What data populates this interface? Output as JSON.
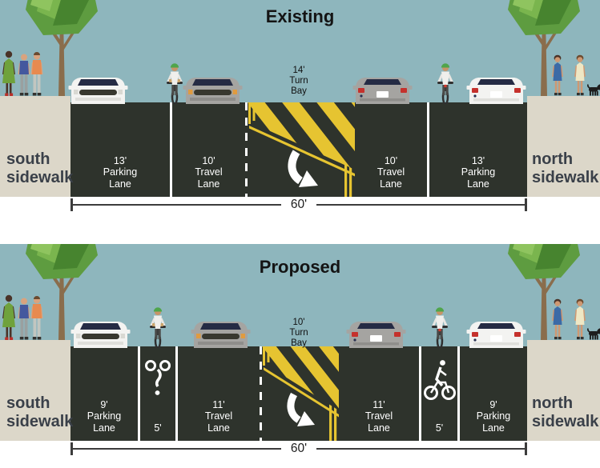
{
  "meta": {
    "diagram_type": "street cross-section comparison"
  },
  "colors": {
    "sky": "#8eb6bd",
    "road": "#2e332c",
    "sidewalk": "#dcd7c9",
    "lane_marking_yellow": "#e6c431",
    "lane_marking_white": "#ffffff",
    "sidewalk_label_text": "#3a4049",
    "title_text": "#141414"
  },
  "icons": {
    "tree": "tree-icon",
    "pedestrians": [
      "woman-green-dress",
      "man-blue-shirt",
      "man-orange-shirt",
      "woman-blue-dress",
      "woman-cream-dress",
      "dog"
    ],
    "vehicles": [
      "car-front-white",
      "cyclist-front",
      "car-front-gray",
      "car-rear-gray",
      "cyclist-rear",
      "car-rear-white"
    ],
    "pavement": [
      "turn-bay-hatch-marking",
      "turn-arrow",
      "bike-lane-symbol"
    ]
  },
  "panels": [
    {
      "id": "existing",
      "title": "Existing",
      "left_sidewalk_label": "south\nsidewalk",
      "right_sidewalk_label": "north\nsidewalk",
      "turn_bay_label": "14'\nTurn\nBay",
      "total_width_label": "60'",
      "lanes": [
        {
          "width": "13'",
          "name": "Parking Lane",
          "label": "13'\nParking\nLane"
        },
        {
          "width": "10'",
          "name": "Travel Lane",
          "label": "10'\nTravel\nLane"
        },
        {
          "width": "14'",
          "name": "Turn Bay",
          "label": "14'\nTurn\nBay"
        },
        {
          "width": "10'",
          "name": "Travel Lane",
          "label": "10'\nTravel\nLane"
        },
        {
          "width": "13'",
          "name": "Parking Lane",
          "label": "13'\nParking\nLane"
        }
      ]
    },
    {
      "id": "proposed",
      "title": "Proposed",
      "left_sidewalk_label": "south\nsidewalk",
      "right_sidewalk_label": "north\nsidewalk",
      "turn_bay_label": "10'\nTurn\nBay",
      "total_width_label": "60'",
      "lanes": [
        {
          "width": "9'",
          "name": "Parking Lane",
          "label": "9'\nParking\nLane"
        },
        {
          "width": "5'",
          "name": "Bike Lane",
          "label": "5'"
        },
        {
          "width": "11'",
          "name": "Travel Lane",
          "label": "11'\nTravel\nLane"
        },
        {
          "width": "10'",
          "name": "Turn Bay",
          "label": "10'\nTurn\nBay"
        },
        {
          "width": "11'",
          "name": "Travel Lane",
          "label": "11'\nTravel\nLane"
        },
        {
          "width": "5'",
          "name": "Bike Lane",
          "label": "5'"
        },
        {
          "width": "9'",
          "name": "Parking Lane",
          "label": "9'\nParking\nLane"
        }
      ]
    }
  ]
}
